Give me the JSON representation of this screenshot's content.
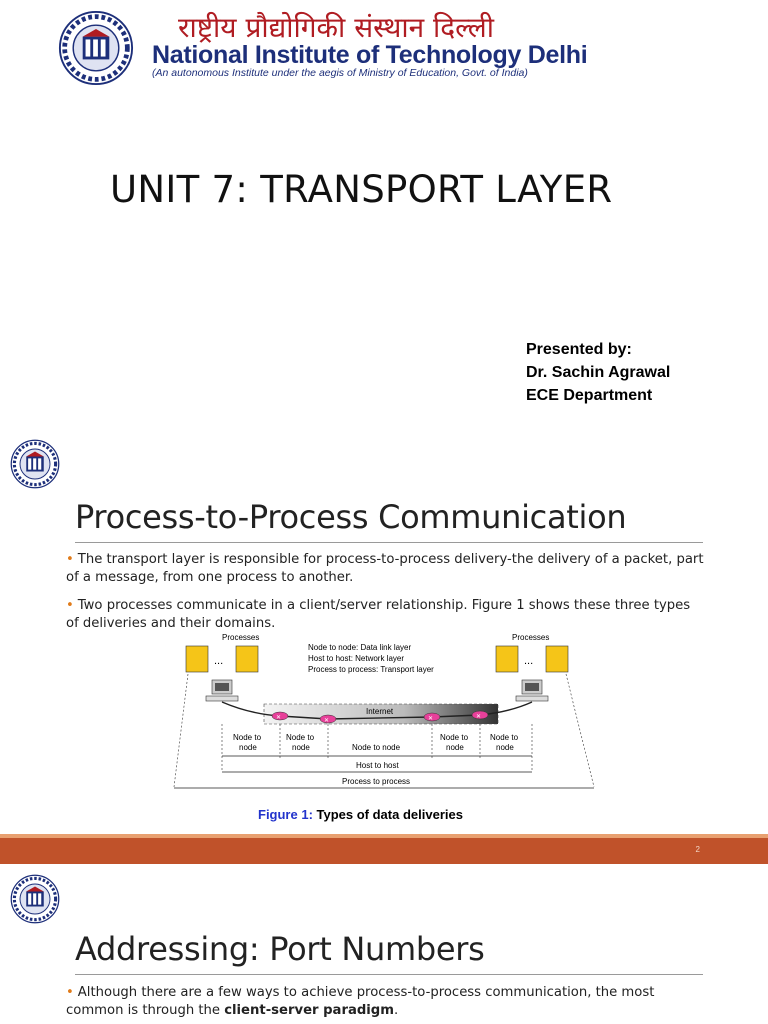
{
  "slide1": {
    "hindi_name": "राष्ट्रीय प्रौद्योगिकी संस्थान दिल्ली",
    "institute_name": "National Institute of Technology Delhi",
    "institute_subtitle": "(An autonomous Institute under the aegis of Ministry of Education, Govt. of India)",
    "title": "UNIT 7: TRANSPORT LAYER",
    "presented_by": "Presented by:",
    "presenter_name": "Dr. Sachin Agrawal",
    "department": "ECE Department"
  },
  "slide2": {
    "title": "Process-to-Process Communication",
    "bullets": [
      "The transport layer is responsible for process-to-process delivery-the delivery of a packet, part of a message, from one process to another.",
      "Two processes communicate in a client/server relationship. Figure 1 shows these three types of deliveries and their domains."
    ],
    "figure": {
      "processes_left": "Processes",
      "processes_right": "Processes",
      "dots": "...",
      "legend_1": "Node to node: Data link layer",
      "legend_2": "Host to host: Network layer",
      "legend_3": "Process to process: Transport layer",
      "internet": "Internet",
      "seg_1a": "Node to",
      "seg_1b": "node",
      "seg_2a": "Node to",
      "seg_2b": "node",
      "seg_3": "Node to node",
      "seg_4a": "Node to",
      "seg_4b": "node",
      "seg_5a": "Node to",
      "seg_5b": "node",
      "host_to_host": "Host to host",
      "process_to_process": "Process to process"
    },
    "caption_label": "Figure 1:",
    "caption_text": " Types of data deliveries",
    "page_number": "2"
  },
  "slide3": {
    "title": "Addressing: Port Numbers",
    "bullet_start": "Although there are a few ways to achieve process-to-process communication, the most common is through the ",
    "bullet_bold": "client-server paradigm",
    "bullet_end": "."
  },
  "colors": {
    "accent_orange": "#c0522a",
    "bullet_orange": "#e07b1a",
    "caption_blue": "#2233cc",
    "institute_blue": "#1d2f7a",
    "hindi_red": "#b01c22"
  }
}
